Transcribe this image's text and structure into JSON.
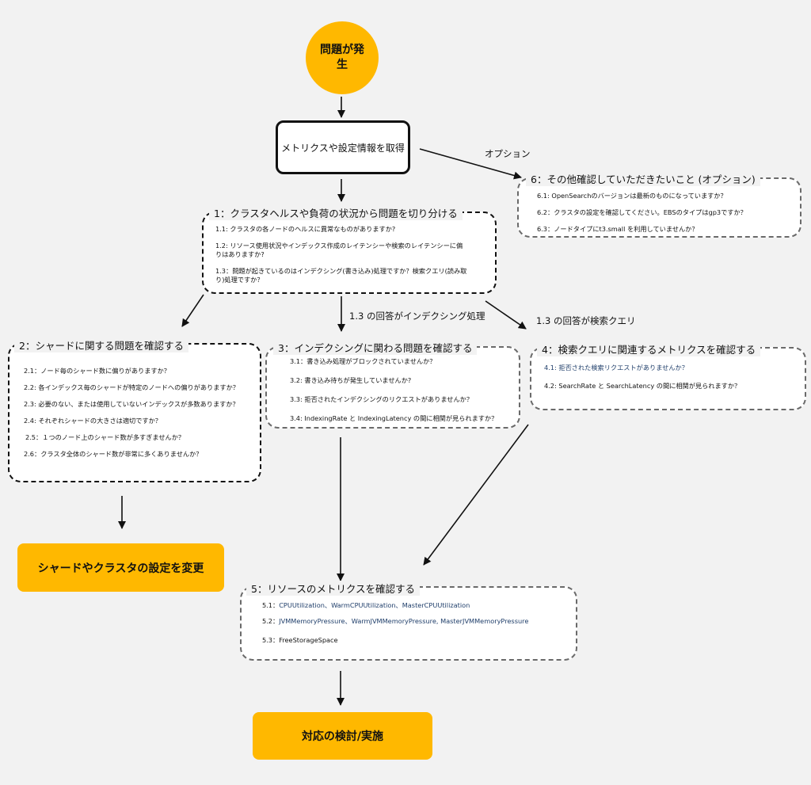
{
  "start": {
    "label": "問題が発生"
  },
  "metrics": {
    "label": "メトリクスや設定情報を取得"
  },
  "labels": {
    "option": "オプション",
    "indexing_branch": "1.3 の回答がインデクシング処理",
    "search_branch": "1.3 の回答が検索クエリ"
  },
  "box1": {
    "title": "1：クラスタヘルスや負荷の状況から問題を切り分ける",
    "items": [
      "1.1: クラスタの各ノードのヘルスに異常なものがありますか?",
      "1.2: リソース使用状況やインデックス作成のレイテンシーや検索のレイテンシーに偏りはありますか?",
      "1.3：問題が起きているのはインデクシング(書き込み)処理ですか？検索クエリ(読み取り)処理ですか？"
    ]
  },
  "box6": {
    "title": "6：その他確認していただきたいこと (オプション)",
    "items": [
      "6.1: OpenSearchのバージョンは最新のものになっていますか？",
      "6.2：クラスタの設定を確認してください。EBSのタイプはgp3ですか？",
      "6.3：ノードタイプにt3.small を利用していませんか？"
    ]
  },
  "box2": {
    "title": "2：シャードに関する問題を確認する",
    "items": [
      "2.1：ノード毎のシャード数に偏りがありますか？",
      "2.2: 各インデックス毎のシャードが特定のノードへの偏りがありますか？",
      "2.3: 必要のない、または使用していないインデックスが多数ありますか？",
      "2.4: それぞれシャードの大きさは適切ですか？",
      "2.5：１つのノード上のシャード数が多すぎませんか？",
      "2.6：クラスタ全体のシャード数が非常に多くありませんか？"
    ]
  },
  "box3": {
    "title": "3：インデクシングに関わる問題を確認する",
    "items": [
      "3.1：書き込み処理がブロックされていませんか？",
      "3.2: 書き込み待ちが発生していませんか?",
      "3.3: 拒否されたインデクシングのリクエストがありませんか？",
      "3.4: IndexingRate と IndexingLatency の間に相関が見られますか？"
    ]
  },
  "box4": {
    "title": "4：検索クエリに関連するメトリクスを確認する",
    "items": [
      "4.1: 拒否された検索リクエストがありませんか？",
      "4.2: SearchRate と SearchLatency の間に相関が見られますか？"
    ]
  },
  "box5": {
    "title": "5：リソースのメトリクスを確認する",
    "items": [
      {
        "prefix": "5.1：",
        "text": "CPUUtilization、WarmCPUUtilization、MasterCPUUtilization"
      },
      {
        "prefix": "5.2：",
        "text": "JVMMemoryPressure、WarmJVMMemoryPressure, MasterJVMMemoryPressure"
      },
      {
        "prefix": "",
        "text": "5.3：FreeStorageSpace"
      }
    ]
  },
  "shard_action": {
    "label": "シャードやクラスタの設定を変更"
  },
  "final_action": {
    "label": "対応の検討/実施"
  },
  "colors": {
    "accent": "#ffb800",
    "dark_border": "#111111",
    "grey_border": "#6a6a6a",
    "link_blue": "#1f3e6a"
  }
}
